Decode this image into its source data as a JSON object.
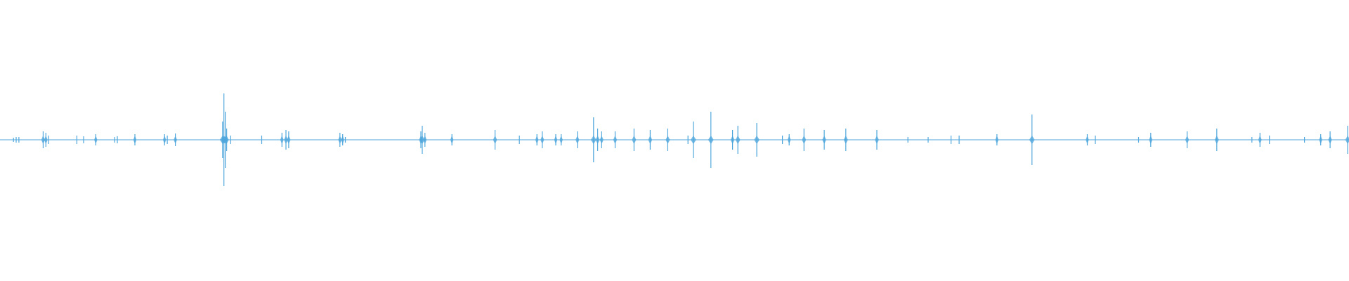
{
  "waveform": {
    "color": "#4ea6dc",
    "background": "#ffffff",
    "duration": 1.0,
    "peaks": [
      {
        "t": 0.01,
        "a": 0.015
      },
      {
        "t": 0.012,
        "a": 0.02
      },
      {
        "t": 0.014,
        "a": 0.02
      },
      {
        "t": 0.032,
        "a": 0.06
      },
      {
        "t": 0.034,
        "a": 0.05
      },
      {
        "t": 0.036,
        "a": 0.03
      },
      {
        "t": 0.057,
        "a": 0.03
      },
      {
        "t": 0.062,
        "a": 0.025
      },
      {
        "t": 0.071,
        "a": 0.04
      },
      {
        "t": 0.085,
        "a": 0.02
      },
      {
        "t": 0.087,
        "a": 0.025
      },
      {
        "t": 0.1,
        "a": 0.04
      },
      {
        "t": 0.122,
        "a": 0.04
      },
      {
        "t": 0.124,
        "a": 0.03
      },
      {
        "t": 0.13,
        "a": 0.045
      },
      {
        "t": 0.165,
        "a": 0.13
      },
      {
        "t": 0.166,
        "a": 0.33
      },
      {
        "t": 0.167,
        "a": 0.2
      },
      {
        "t": 0.168,
        "a": 0.08
      },
      {
        "t": 0.171,
        "a": 0.03
      },
      {
        "t": 0.194,
        "a": 0.03
      },
      {
        "t": 0.209,
        "a": 0.05
      },
      {
        "t": 0.212,
        "a": 0.07
      },
      {
        "t": 0.214,
        "a": 0.06
      },
      {
        "t": 0.252,
        "a": 0.05
      },
      {
        "t": 0.254,
        "a": 0.04
      },
      {
        "t": 0.256,
        "a": 0.02
      },
      {
        "t": 0.312,
        "a": 0.06
      },
      {
        "t": 0.313,
        "a": 0.1
      },
      {
        "t": 0.315,
        "a": 0.05
      },
      {
        "t": 0.335,
        "a": 0.04
      },
      {
        "t": 0.367,
        "a": 0.07
      },
      {
        "t": 0.385,
        "a": 0.03
      },
      {
        "t": 0.398,
        "a": 0.04
      },
      {
        "t": 0.402,
        "a": 0.06
      },
      {
        "t": 0.412,
        "a": 0.04
      },
      {
        "t": 0.416,
        "a": 0.04
      },
      {
        "t": 0.428,
        "a": 0.06
      },
      {
        "t": 0.44,
        "a": 0.16
      },
      {
        "t": 0.443,
        "a": 0.08
      },
      {
        "t": 0.446,
        "a": 0.06
      },
      {
        "t": 0.456,
        "a": 0.06
      },
      {
        "t": 0.47,
        "a": 0.08
      },
      {
        "t": 0.482,
        "a": 0.07
      },
      {
        "t": 0.495,
        "a": 0.08
      },
      {
        "t": 0.51,
        "a": 0.03
      },
      {
        "t": 0.514,
        "a": 0.13
      },
      {
        "t": 0.527,
        "a": 0.2
      },
      {
        "t": 0.543,
        "a": 0.07
      },
      {
        "t": 0.547,
        "a": 0.1
      },
      {
        "t": 0.561,
        "a": 0.12
      },
      {
        "t": 0.58,
        "a": 0.03
      },
      {
        "t": 0.585,
        "a": 0.04
      },
      {
        "t": 0.596,
        "a": 0.08
      },
      {
        "t": 0.611,
        "a": 0.07
      },
      {
        "t": 0.627,
        "a": 0.08
      },
      {
        "t": 0.65,
        "a": 0.07
      },
      {
        "t": 0.673,
        "a": 0.02
      },
      {
        "t": 0.688,
        "a": 0.02
      },
      {
        "t": 0.705,
        "a": 0.03
      },
      {
        "t": 0.711,
        "a": 0.03
      },
      {
        "t": 0.739,
        "a": 0.04
      },
      {
        "t": 0.765,
        "a": 0.18
      },
      {
        "t": 0.806,
        "a": 0.04
      },
      {
        "t": 0.812,
        "a": 0.03
      },
      {
        "t": 0.844,
        "a": 0.02
      },
      {
        "t": 0.853,
        "a": 0.05
      },
      {
        "t": 0.88,
        "a": 0.06
      },
      {
        "t": 0.902,
        "a": 0.08
      },
      {
        "t": 0.928,
        "a": 0.02
      },
      {
        "t": 0.934,
        "a": 0.05
      },
      {
        "t": 0.941,
        "a": 0.03
      },
      {
        "t": 0.967,
        "a": 0.02
      },
      {
        "t": 0.979,
        "a": 0.04
      },
      {
        "t": 0.986,
        "a": 0.06
      },
      {
        "t": 0.999,
        "a": 0.1
      }
    ]
  }
}
